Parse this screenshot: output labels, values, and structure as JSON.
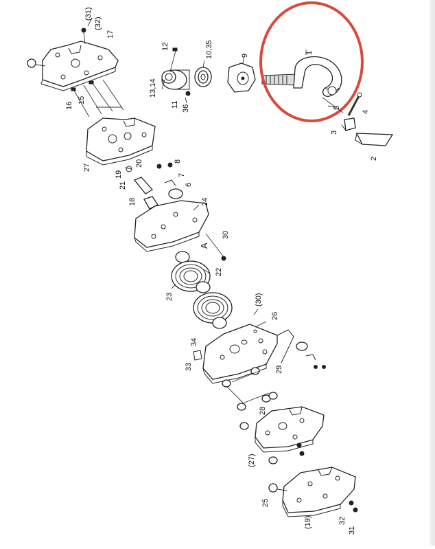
{
  "labels": {
    "p1": "1",
    "p2": "2",
    "p3": "3",
    "p4": "4",
    "p5": "5",
    "p6": "6",
    "p7": "7",
    "p8": "8",
    "p9": "9",
    "p10_35": "10,35",
    "p11": "11",
    "p12": "12",
    "p13_14": "13,14",
    "p15": "15",
    "p16": "16",
    "p17": "17",
    "p18": "18",
    "p19": "19",
    "p20": "20",
    "p21": "21",
    "p22": "22",
    "p23": "23",
    "p24": "24",
    "p25": "25",
    "p26": "26",
    "p27": "27",
    "p27b": "(27)",
    "p28": "28",
    "p29": "29",
    "p30": "30",
    "p30b": "(30)",
    "p31": "(31)",
    "p31b": "31",
    "p32": "(32)",
    "p32b": "32",
    "p33": "33",
    "p34": "34",
    "p36": "36",
    "p19b": "(19)",
    "markA": "A"
  },
  "colors": {
    "highlight": "#d94a3d",
    "ink": "#222222"
  },
  "icons": {
    "hook": "hook-icon"
  }
}
